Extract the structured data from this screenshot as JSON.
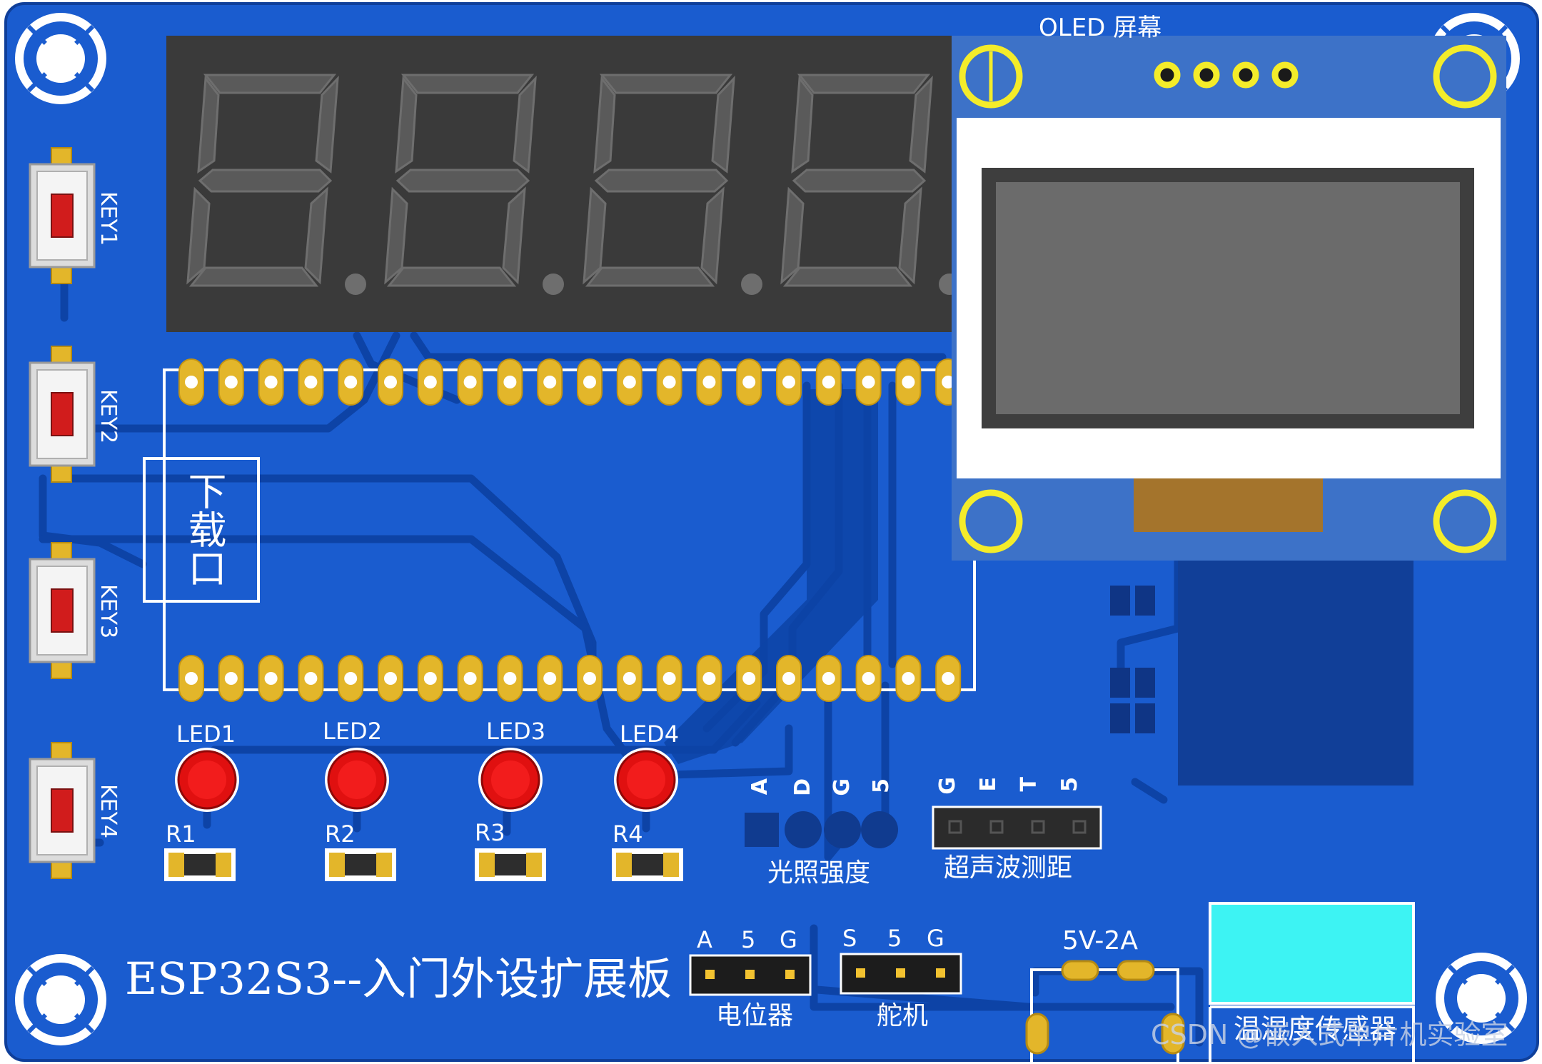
{
  "board": {
    "title": "ESP32S3--入门外设扩展板",
    "pcb_color": "#1a5ccf",
    "pad_color": "#e3b62a",
    "silk_color": "#ffffff"
  },
  "labels": {
    "oled": "OLED 屏幕",
    "download_port": "下载口",
    "keys": [
      "KEY1",
      "KEY2",
      "KEY3",
      "KEY4"
    ],
    "leds": [
      "LED1",
      "LED2",
      "LED3",
      "LED4"
    ],
    "resistors": [
      "R1",
      "R2",
      "R3",
      "R4"
    ],
    "light_pins": [
      "A",
      "D",
      "G",
      "5"
    ],
    "light_sensor": "光照强度",
    "ultra_pins": [
      "G",
      "E",
      "T",
      "5"
    ],
    "ultrasonic": "超声波测距",
    "pot_pins": [
      "A",
      "5",
      "G"
    ],
    "potentiometer": "电位器",
    "servo_pins": [
      "S",
      "5",
      "G"
    ],
    "servo": "舵机",
    "power": "5V-2A",
    "temp_sensor": "温湿度传感器"
  },
  "watermark": "CSDN @嵌入式单片机实验室",
  "icons": [
    "mounting-hole-icon",
    "tactile-switch-icon",
    "seven-segment-display-icon",
    "oled-module-icon",
    "red-led-icon",
    "smd-resistor-icon",
    "pin-header-icon"
  ]
}
